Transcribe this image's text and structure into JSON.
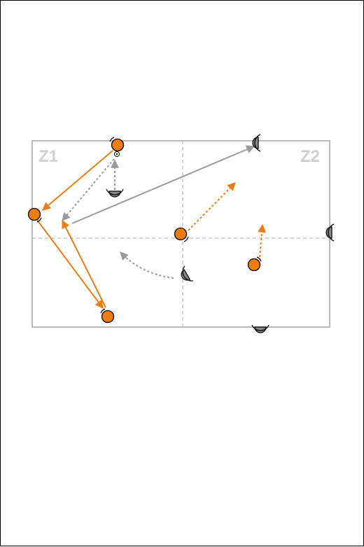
{
  "zones": {
    "left_label": "Z1",
    "right_label": "Z2"
  },
  "colors": {
    "field_border": "#bbbbbb",
    "divider": "#aaaaaa",
    "attacker": "#ef7c12",
    "defender": "#8a8a8a",
    "pass_arrow": "#ef7c12",
    "movement_arrow": "#999999",
    "zone_label": "#cfcfcf"
  },
  "icons": {
    "attacker": "orange-player-circle",
    "defender": "grey-cone-player",
    "ball": "ball-icon"
  }
}
